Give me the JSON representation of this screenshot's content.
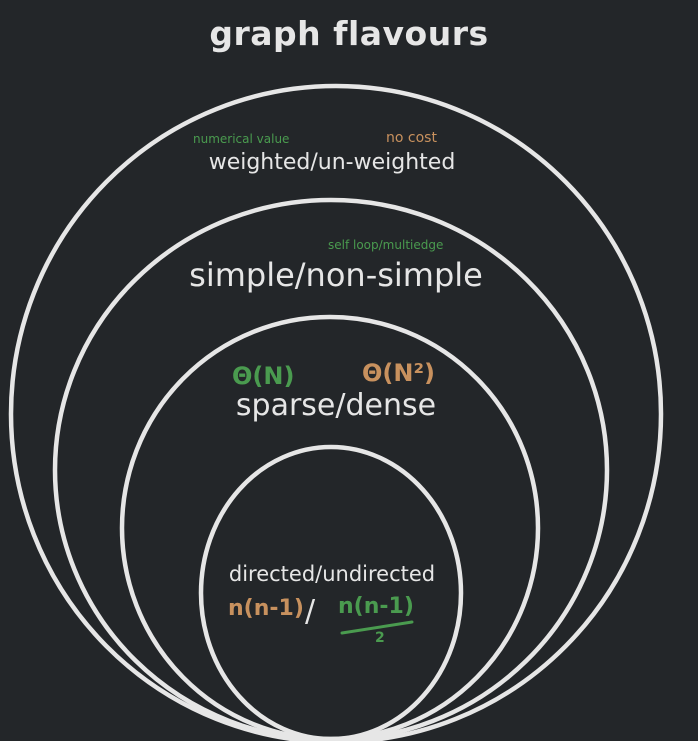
{
  "title": "graph flavours",
  "colors": {
    "background": "#232629",
    "stroke": "#e6e6e6",
    "text": "#e6e6e6",
    "green": "#4a9b4f",
    "orange": "#c8915e"
  },
  "circles": [
    {
      "label": "weighted/un-weighted"
    },
    {
      "label": "simple/non-simple"
    },
    {
      "label": "sparse/dense"
    },
    {
      "label": "directed/undirected"
    }
  ],
  "notes": {
    "numerical_value": "numerical value",
    "no_cost": "no cost",
    "self_loop": "self loop/multiedge",
    "sparse_complexity": "Θ(N)",
    "dense_complexity": "Θ(N²)",
    "directed_edges": "n(n-1)",
    "separator": "/",
    "undirected_edges": "n(n-1)",
    "undirected_divisor": "2"
  }
}
